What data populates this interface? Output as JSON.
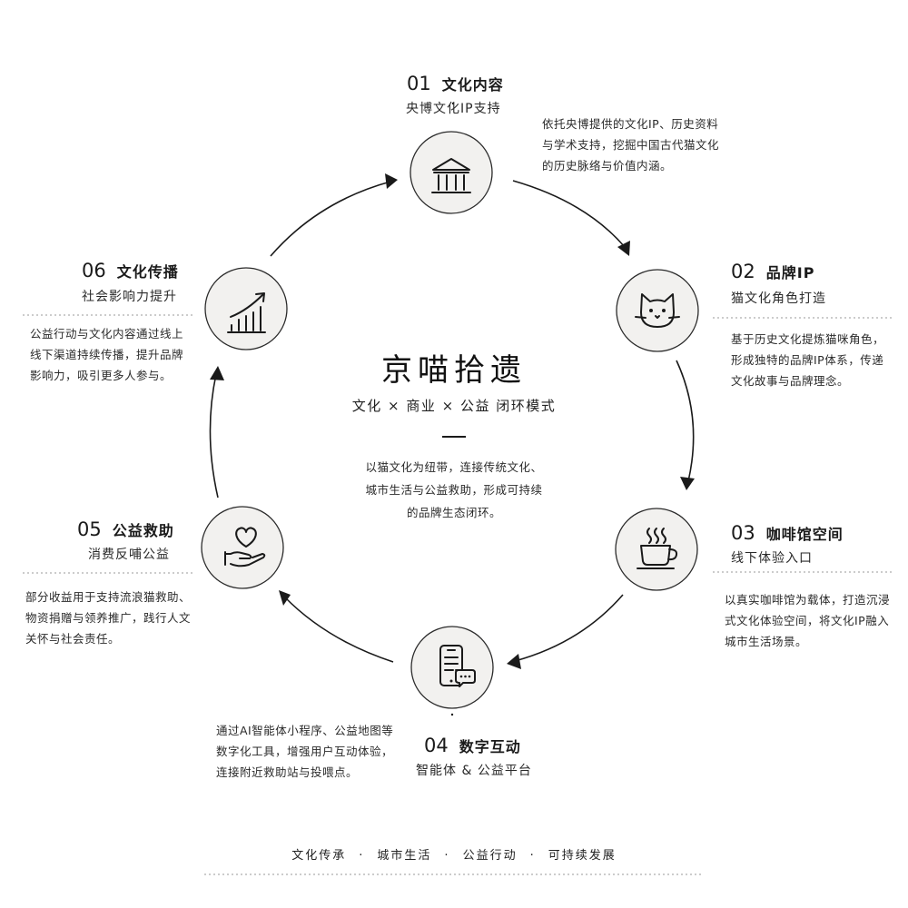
{
  "center": {
    "title": "京喵拾遗",
    "subtitle": "文化 × 商业 × 公益 闭环模式",
    "description_lines": [
      "以猫文化为纽带，连接传统文化、",
      "城市生活与公益救助，形成可持续",
      "的品牌生态闭环。"
    ]
  },
  "stages": [
    {
      "num": "01",
      "title": "文化内容",
      "subtitle": "央博文化IP支持",
      "icon": "museum-icon",
      "desc_lines": [
        "依托央博提供的文化IP、历史资料",
        "与学术支持，挖掘中国古代猫文化",
        "的历史脉络与价值内涵。"
      ]
    },
    {
      "num": "02",
      "title": "品牌IP",
      "subtitle": "猫文化角色打造",
      "icon": "cat-face-icon",
      "desc_lines": [
        "基于历史文化提炼猫咪角色，",
        "形成独特的品牌IP体系，传递",
        "文化故事与品牌理念。"
      ]
    },
    {
      "num": "03",
      "title": "咖啡馆空间",
      "subtitle": "线下体验入口",
      "icon": "coffee-cup-icon",
      "desc_lines": [
        "以真实咖啡馆为载体，打造沉浸",
        "式文化体验空间，将文化IP融入",
        "城市生活场景。"
      ]
    },
    {
      "num": "04",
      "title": "数字互动",
      "subtitle": "智能体 & 公益平台",
      "icon": "smartphone-chat-icon",
      "desc_lines": [
        "通过AI智能体小程序、公益地图等",
        "数字化工具，增强用户互动体验，",
        "连接附近救助站与投喂点。"
      ]
    },
    {
      "num": "05",
      "title": "公益救助",
      "subtitle": "消费反哺公益",
      "icon": "heart-hand-icon",
      "desc_lines": [
        "部分收益用于支持流浪猫救助、",
        "物资捐赠与领养推广，践行人文",
        "关怀与社会责任。"
      ]
    },
    {
      "num": "06",
      "title": "文化传播",
      "subtitle": "社会影响力提升",
      "icon": "growth-chart-icon",
      "desc_lines": [
        "公益行动与文化内容通过线上",
        "线下渠道持续传播，提升品牌",
        "影响力，吸引更多人参与。"
      ]
    }
  ],
  "footer": {
    "items": [
      "文化传承",
      "城市生活",
      "公益行动",
      "可持续发展"
    ],
    "separator": "·"
  }
}
